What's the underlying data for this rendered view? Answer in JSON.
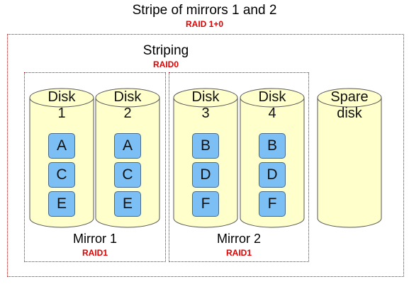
{
  "outer": {
    "title": "Stripe of mirrors 1 and 2",
    "subtitle": "RAID 1+0"
  },
  "striping": {
    "title": "Striping",
    "subtitle": "RAID0"
  },
  "mirrors": [
    {
      "title": "Mirror 1",
      "subtitle": "RAID1"
    },
    {
      "title": "Mirror 2",
      "subtitle": "RAID1"
    }
  ],
  "disks": [
    {
      "line1": "Disk",
      "line2": "1",
      "blocks": [
        "A",
        "C",
        "E"
      ]
    },
    {
      "line1": "Disk",
      "line2": "2",
      "blocks": [
        "A",
        "C",
        "E"
      ]
    },
    {
      "line1": "Disk",
      "line2": "3",
      "blocks": [
        "B",
        "D",
        "F"
      ]
    },
    {
      "line1": "Disk",
      "line2": "4",
      "blocks": [
        "B",
        "D",
        "F"
      ]
    },
    {
      "line1": "Spare",
      "line2": "disk",
      "blocks": []
    }
  ],
  "colors": {
    "disk_fill": "#ffffcc",
    "disk_stroke": "#555555",
    "block_fill": "#7cbff4",
    "accent": "#e00000",
    "box_border": "#a02020"
  }
}
